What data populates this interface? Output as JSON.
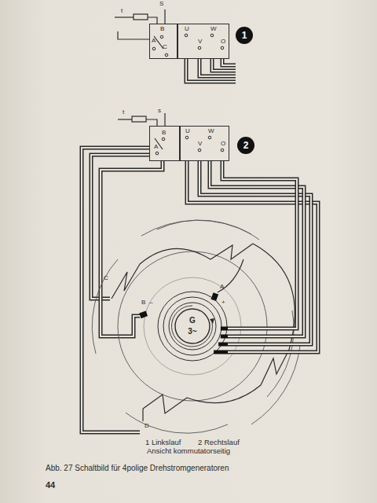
{
  "diagram": {
    "caption": "Abb. 27 Schaltbild für 4polige Drehstromgeneratoren",
    "nodes": [
      {
        "text": [
          "B",
          "A",
          "C"
        ]
      },
      {
        "text": [
          "U",
          "W",
          "V",
          "O"
        ]
      },
      {
        "text": [
          "1"
        ]
      },
      {
        "text": [
          "B",
          "A"
        ]
      },
      {
        "text": [
          "U",
          "W",
          "V",
          "O"
        ]
      },
      {
        "text": [
          "2"
        ]
      },
      {
        "text": [
          "G",
          "3~"
        ]
      }
    ],
    "edges": [
      {
        "from": 4,
        "to": 6,
        "arrow": "none"
      },
      {
        "from": 4,
        "to": 6,
        "arrow": "none"
      },
      {
        "from": 4,
        "to": 6,
        "arrow": "none"
      },
      {
        "from": 4,
        "to": 6,
        "arrow": "none"
      }
    ],
    "labels": [
      "t",
      "S",
      "t",
      "s",
      "C",
      "A",
      "+",
      "B",
      "–",
      "D",
      "1 Linkslauf",
      "2 Rechtslauf",
      "Ansicht kommutatorseitig",
      "44"
    ]
  }
}
